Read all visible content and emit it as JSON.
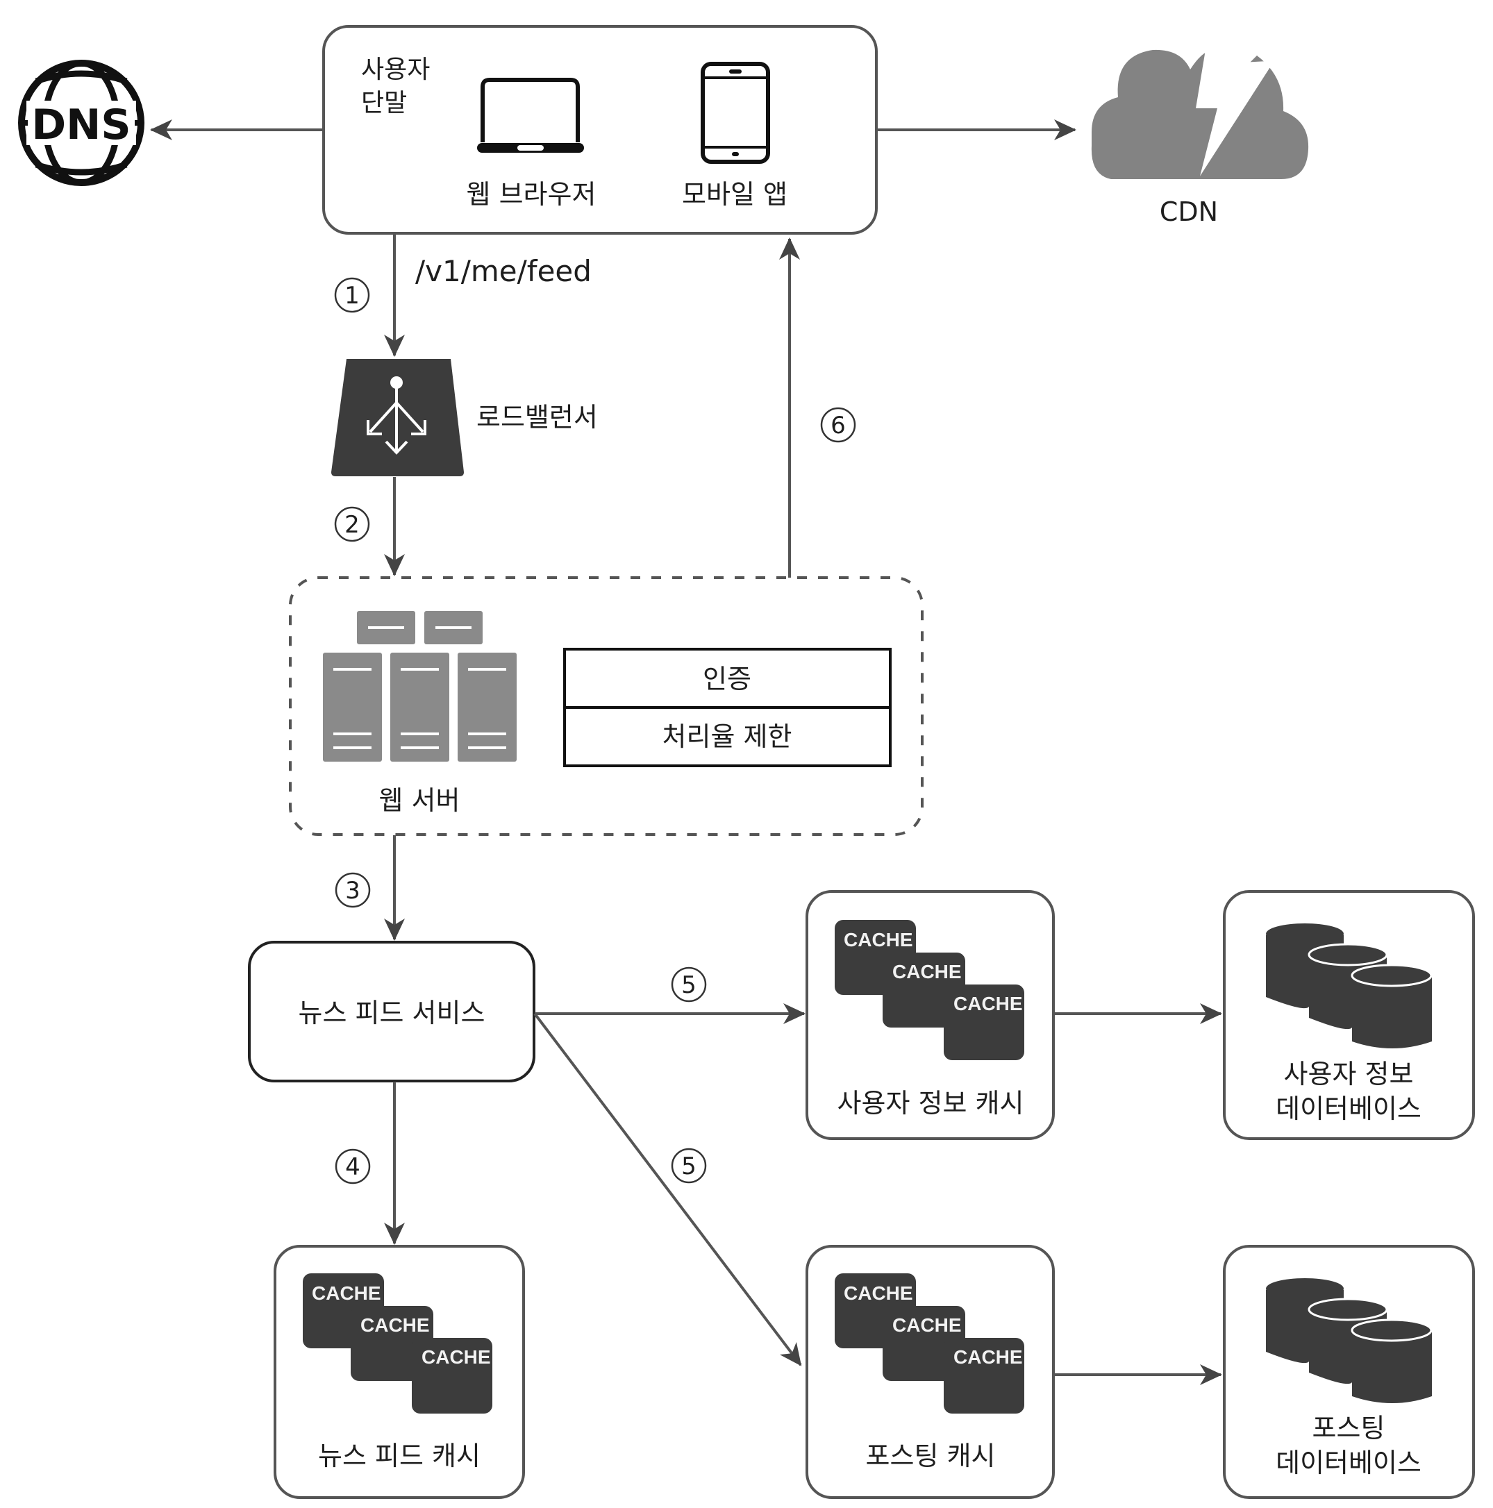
{
  "diagram": {
    "client": {
      "title_line1": "사용자",
      "title_line2": "단말",
      "web_browser": "웹 브라우저",
      "mobile_app": "모바일 앱"
    },
    "dns": {
      "label": "DNS"
    },
    "cdn": {
      "label": "CDN"
    },
    "request_path": "/v1/me/feed",
    "load_balancer": {
      "label": "로드밸런서"
    },
    "web_server": {
      "label": "웹 서버",
      "modules": [
        "인증",
        "처리율 제한"
      ]
    },
    "news_feed_service": {
      "label": "뉴스 피드 서비스"
    },
    "caches": {
      "card_text": "CACHE",
      "news_feed_cache": "뉴스 피드 캐시",
      "user_info_cache": "사용자 정보 캐시",
      "post_cache": "포스팅 캐시"
    },
    "databases": {
      "user_db_line1": "사용자 정보",
      "user_db_line2": "데이터베이스",
      "post_db_line1": "포스팅",
      "post_db_line2": "데이터베이스"
    },
    "steps": {
      "s1": "1",
      "s2": "2",
      "s3": "3",
      "s4": "4",
      "s5a": "5",
      "s5b": "5",
      "s6": "6"
    },
    "colors": {
      "icon_dark": "#3c3c3c",
      "icon_gray": "#808080",
      "line": "#555555",
      "text": "#1e1e1e"
    }
  }
}
